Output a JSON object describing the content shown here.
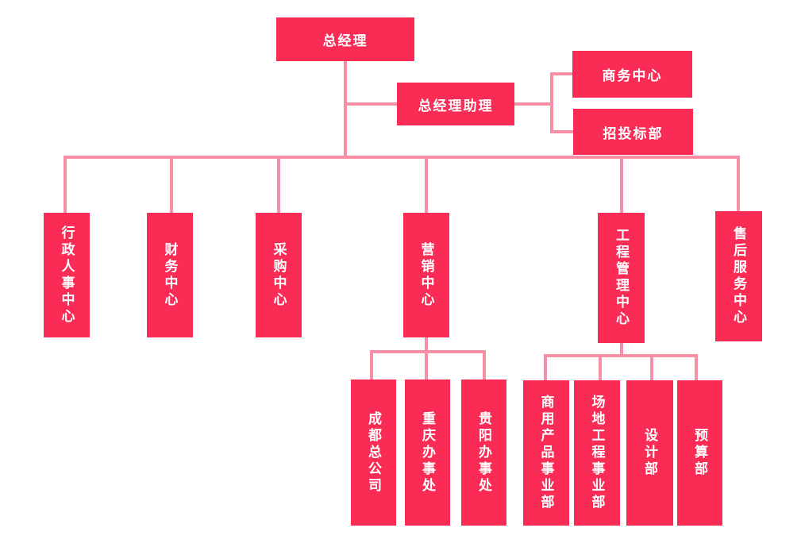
{
  "page": {
    "background": "#FFFFFF"
  },
  "colors": {
    "node_fill": "#FA2C56",
    "node_text": "#FFFFFF",
    "connector": "#F98FA5"
  },
  "org": {
    "root": {
      "label": "总经理"
    },
    "assistant": {
      "label": "总经理助理",
      "children": [
        {
          "label": "商务中心"
        },
        {
          "label": "招投标部"
        }
      ]
    },
    "departments": [
      {
        "label": "行政人事中心"
      },
      {
        "label": "财务中心"
      },
      {
        "label": "采购中心"
      },
      {
        "label": "营销中心",
        "children": [
          {
            "label": "成都总公司"
          },
          {
            "label": "重庆办事处"
          },
          {
            "label": "贵阳办事处"
          }
        ]
      },
      {
        "label": "工程管理中心",
        "children": [
          {
            "label": "商用产品事业部"
          },
          {
            "label": "场地工程事业部"
          },
          {
            "label": "设计部"
          },
          {
            "label": "预算部"
          }
        ]
      },
      {
        "label": "售后服务中心"
      }
    ]
  }
}
